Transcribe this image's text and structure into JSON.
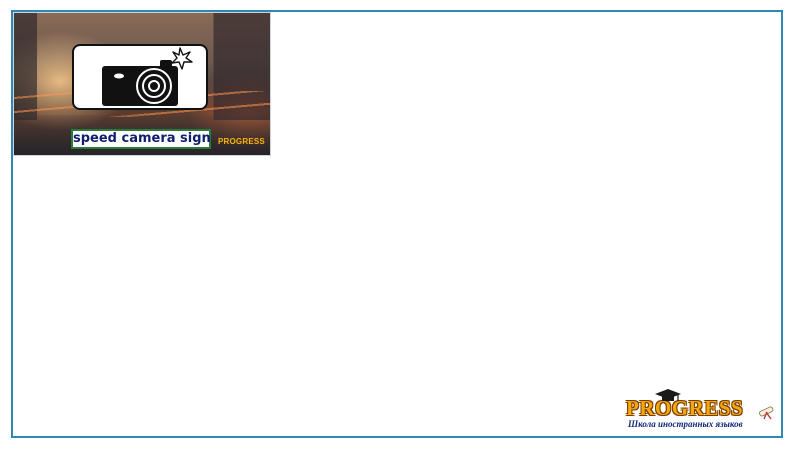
{
  "card": {
    "caption": "speed camera sign",
    "brand": "PROGRESS"
  },
  "logo": {
    "wordmark": "PROGRESS",
    "tagline": "Школа иностранных языков"
  },
  "colors": {
    "frame_border": "#2f87b5",
    "caption_text": "#0f1e6e",
    "caption_border": "#2a7a3d",
    "logo_orange": "#f5a80c",
    "logo_blue": "#0e2a7a"
  },
  "icons": [
    "camera-icon",
    "flash-icon",
    "graduation-cap-icon",
    "diploma-icon"
  ]
}
